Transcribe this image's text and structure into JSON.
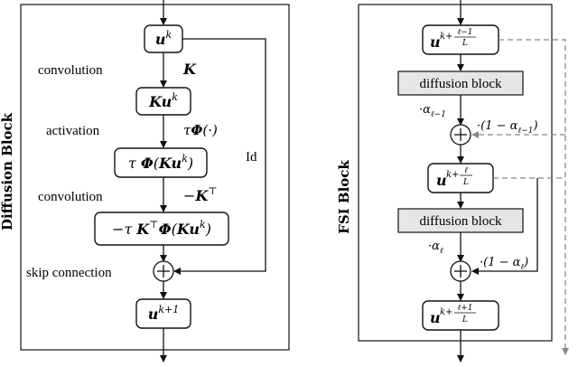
{
  "left": {
    "side_title": "Diffusion Block",
    "nodes": [
      "u^k",
      "Ku^k",
      "τ Φ(Ku^k)",
      "−τ K^⊤ Φ(Ku^k)",
      "u^{k+1}"
    ],
    "op_labels": [
      "convolution",
      "activation",
      "convolution",
      "skip connection"
    ],
    "op_symbols": [
      "K",
      "τΦ(·)",
      "−K^⊤"
    ],
    "identity_label": "Id"
  },
  "right": {
    "side_title": "FSI Block",
    "block_label": "diffusion block",
    "nodes": [
      "u^{k+(ℓ−1)/L}",
      "u^{k+ℓ/L}",
      "u^{k+(ℓ+1)/L}"
    ],
    "weights": [
      "·α_{ℓ−1}",
      "·(1 − α_{ℓ−1})",
      "·α_ℓ",
      "·(1 − α_ℓ)"
    ]
  }
}
